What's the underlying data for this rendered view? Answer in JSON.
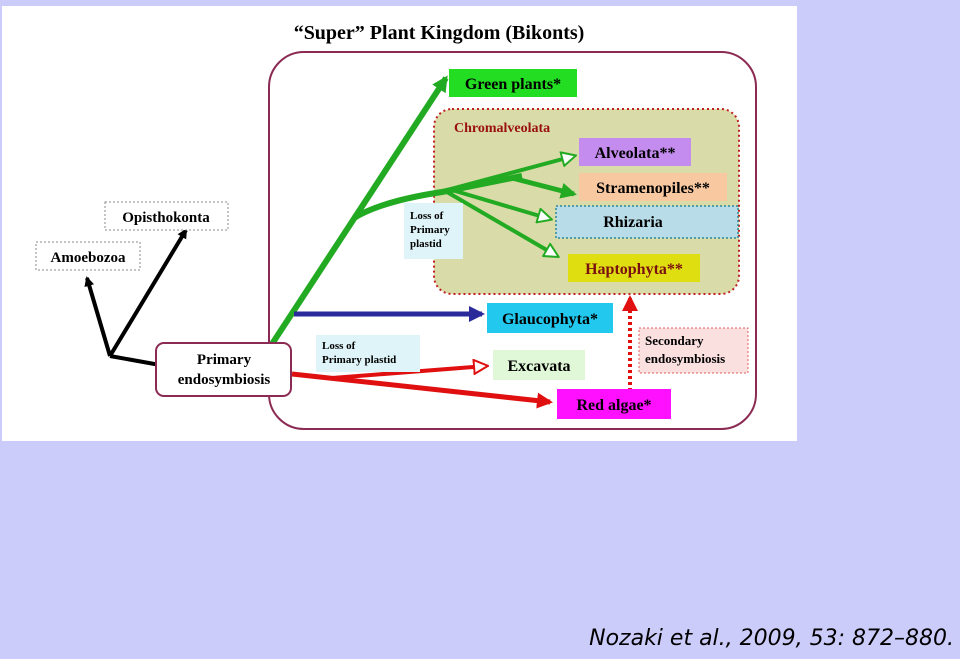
{
  "diagram": {
    "title": "“Super” Plant Kingdom (Bikonts)",
    "nodes": {
      "opisthokonta": "Opisthokonta",
      "amoebozoa": "Amoebozoa",
      "primary_endo_line1": "Primary",
      "primary_endo_line2": "endosymbiosis",
      "green_plants": "Green plants*",
      "chromalveolata": "Chromalveolata",
      "alveolata": "Alveolata**",
      "stramenopiles": "Stramenopiles**",
      "rhizaria": "Rhizaria",
      "haptophyta": "Haptophyta**",
      "glaucophyta": "Glaucophyta*",
      "excavata": "Excavata",
      "red_algae": "Red algae*",
      "loss_upper_line1": "Loss of",
      "loss_upper_line2": "Primary",
      "loss_upper_line3": "plastid",
      "loss_lower_line1": "Loss of",
      "loss_lower_line2": "Primary plastid",
      "secondary_line1": "Secondary",
      "secondary_line2": "endosymbiosis"
    },
    "colors": {
      "green": "#22aa22",
      "blue": "#2a2a9a",
      "red": "#e01010",
      "kingdom_border": "#8b2a52",
      "chromalveolata_fill": "#d9dba8",
      "chromalveolata_border": "#c02020"
    }
  },
  "citation": "Nozaki et al., 2009, 53: 872–880."
}
